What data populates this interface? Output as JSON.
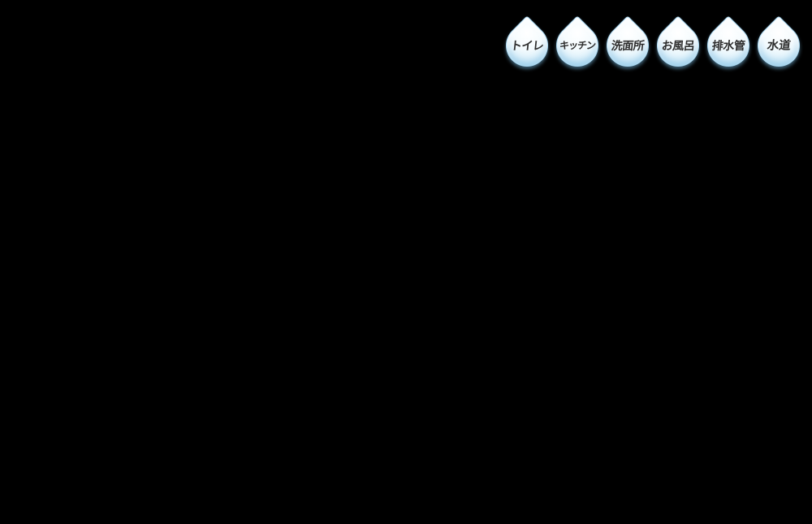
{
  "page": {
    "background_color": "#000000"
  },
  "badges": {
    "items": [
      {
        "label": "トイレ"
      },
      {
        "label": "キッチン"
      },
      {
        "label": "洗面所"
      },
      {
        "label": "お風呂"
      },
      {
        "label": "排水管"
      },
      {
        "label": "水道"
      }
    ],
    "colors": {
      "drop_highlight": "#ffffff",
      "drop_mid": "#d9effa",
      "drop_deep": "#a9dcf3",
      "drop_border": "#a0d2ee",
      "text": "#2d2d2d",
      "shadow": "rgba(110,170,205,0.55)"
    }
  }
}
